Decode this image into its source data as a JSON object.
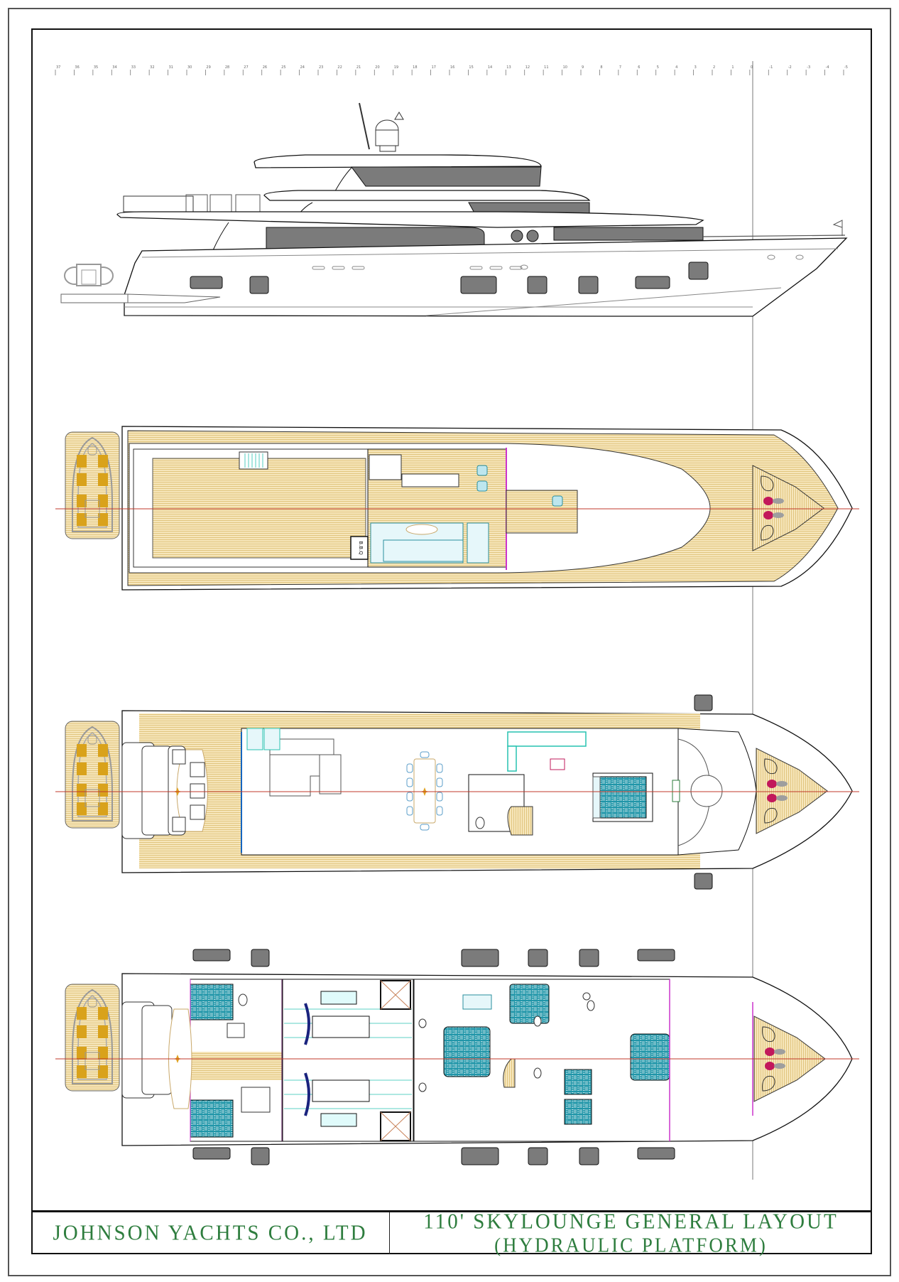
{
  "drawing": {
    "company": "JOHNSON YACHTS CO., LTD",
    "title_line1": "110' SKYLOUNGE GENERAL LAYOUT",
    "title_line2": "(HYDRAULIC PLATFORM)",
    "bbq_label": "B.B.Q",
    "station_ruler": {
      "labels": [
        "37",
        "36",
        "35",
        "34",
        "33",
        "32",
        "31",
        "30",
        "29",
        "28",
        "27",
        "26",
        "25",
        "24",
        "23",
        "22",
        "21",
        "20",
        "19",
        "18",
        "17",
        "16",
        "15",
        "14",
        "13",
        "12",
        "11",
        "10",
        "9",
        "8",
        "7",
        "6",
        "5",
        "4",
        "3",
        "2",
        "1",
        "0",
        "-1",
        "-2",
        "-3",
        "-4",
        "-5"
      ]
    },
    "views": [
      {
        "id": "profile",
        "label": "Side profile elevation"
      },
      {
        "id": "sun-deck",
        "label": "Sun deck / flybridge plan"
      },
      {
        "id": "main-deck",
        "label": "Main deck plan"
      },
      {
        "id": "lower-deck",
        "label": "Lower deck plan"
      }
    ],
    "colors": {
      "title_green": "#2e7d3e",
      "teak": "#f3dfae",
      "teak_line": "#d9b86a",
      "tender_seat": "#d9a21b",
      "window_gray": "#7b7b7b",
      "bed_teal": "#1f95a8",
      "centerline_red": "#c0392b",
      "bulkhead_magenta": "#cc33cc"
    }
  }
}
